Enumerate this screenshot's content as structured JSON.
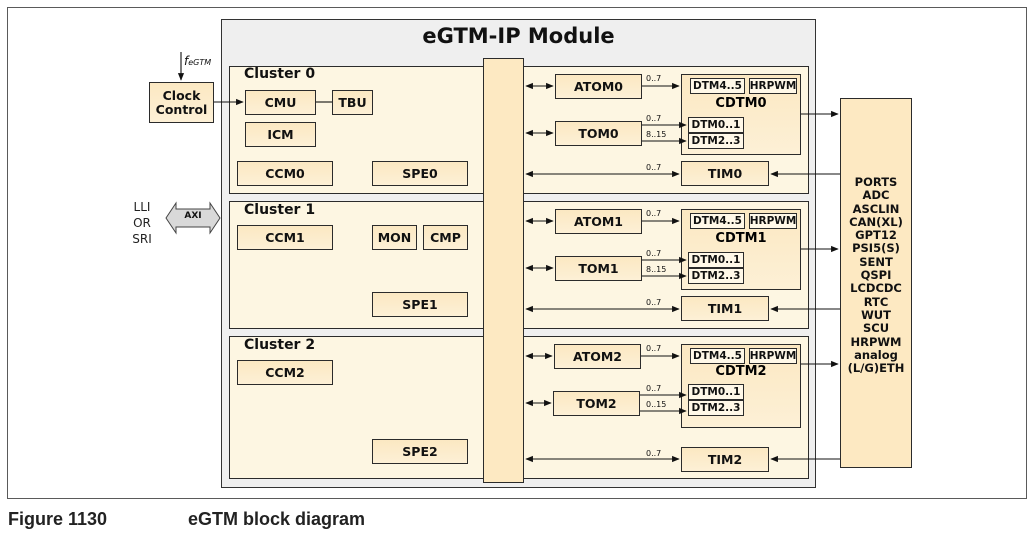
{
  "module_title": "eGTM-IP Module",
  "clock": {
    "label_line1": "Clock",
    "label_line2": "Control",
    "input_label": "f",
    "input_subscript": "eGTM"
  },
  "interface": {
    "lines": [
      "LLI",
      "OR",
      "SRI"
    ],
    "bus_label": "AXI"
  },
  "clusters": [
    {
      "title": "Cluster 0",
      "left_blocks": {
        "cmu": "CMU",
        "tbu": "TBU",
        "icm": "ICM",
        "ccm": "CCM0",
        "spe": "SPE0"
      },
      "atom": "ATOM0",
      "tom": "TOM0",
      "tim": "TIM0",
      "cdtm": {
        "title": "CDTM0",
        "dtm45": "DTM4..5",
        "hrpwm": "HRPWM",
        "dtm01": "DTM0..1",
        "dtm23": "DTM2..3"
      },
      "labels": {
        "atom_out": "0..7",
        "tom_out1": "0..7",
        "tom_out2": "8..15",
        "tim_in": "0..7"
      }
    },
    {
      "title": "Cluster 1",
      "left_blocks": {
        "ccm": "CCM1",
        "mon": "MON",
        "cmp": "CMP",
        "spe": "SPE1"
      },
      "atom": "ATOM1",
      "tom": "TOM1",
      "tim": "TIM1",
      "cdtm": {
        "title": "CDTM1",
        "dtm45": "DTM4..5",
        "hrpwm": "HRPWM",
        "dtm01": "DTM0..1",
        "dtm23": "DTM2..3"
      },
      "labels": {
        "atom_out": "0..7",
        "tom_out1": "0..7",
        "tom_out2": "8..15",
        "tim_in": "0..7"
      }
    },
    {
      "title": "Cluster 2",
      "left_blocks": {
        "ccm": "CCM2",
        "spe": "SPE2"
      },
      "atom": "ATOM2",
      "tom": "TOM2",
      "tim": "TIM2",
      "cdtm": {
        "title": "CDTM2",
        "dtm45": "DTM4..5",
        "hrpwm": "HRPWM",
        "dtm01": "DTM0..1",
        "dtm23": "DTM2..3"
      },
      "labels": {
        "atom_out": "0..7",
        "tom_out1": "0..7",
        "tom_out2": "0..15",
        "tim_in": "0..7"
      }
    }
  ],
  "peripherals": [
    "PORTS",
    "ADC",
    "ASCLIN",
    "CAN(XL)",
    "GPT12",
    "PSI5(S)",
    "SENT",
    "QSPI",
    "LCDCDC",
    "RTC",
    "WUT",
    "SCU",
    "HRPWM",
    "analog",
    "(L/G)ETH"
  ],
  "caption": {
    "number": "Figure 1130",
    "title": "eGTM block diagram"
  }
}
